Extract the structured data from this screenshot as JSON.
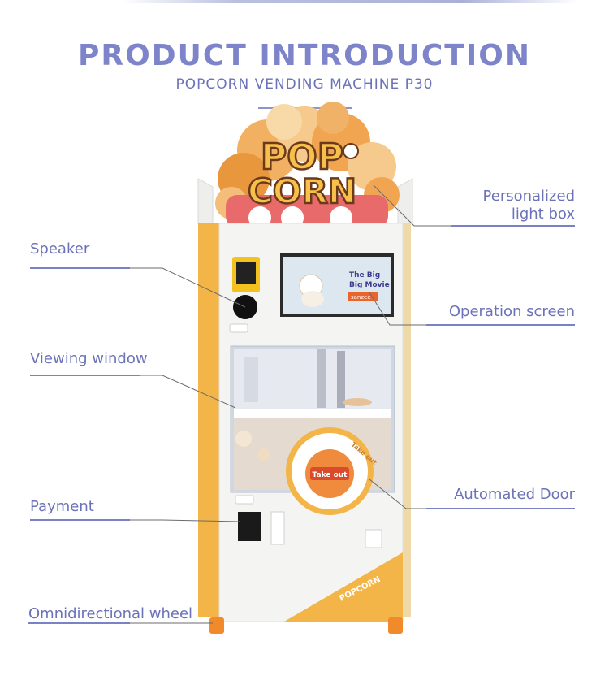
{
  "header": {
    "title": "PRODUCT INTRODUCTION",
    "subtitle": "POPCORN VENDING MACHINE P30"
  },
  "sign": {
    "text_line1": "POP",
    "text_line2": "CORN"
  },
  "screen": {
    "line1": "The Big",
    "line2": "Big Movie",
    "badge": "sanzee"
  },
  "door": {
    "arc_text": "Take out",
    "cup_text": "Take out"
  },
  "panel": {
    "brand": "POPCORN"
  },
  "labels": {
    "light_box_line1": "Personalized",
    "light_box_line2": "light box",
    "speaker": "Speaker",
    "operation_screen": "Operation screen",
    "viewing_window": "Viewing window",
    "automated_door": "Automated Door",
    "payment": "Payment",
    "wheel": "Omnidirectional wheel"
  },
  "colors": {
    "accent": "#7d84c9",
    "machine_orange": "#f3b548",
    "machine_body": "#f4f4f2",
    "sign_orange": "#e9973d"
  }
}
